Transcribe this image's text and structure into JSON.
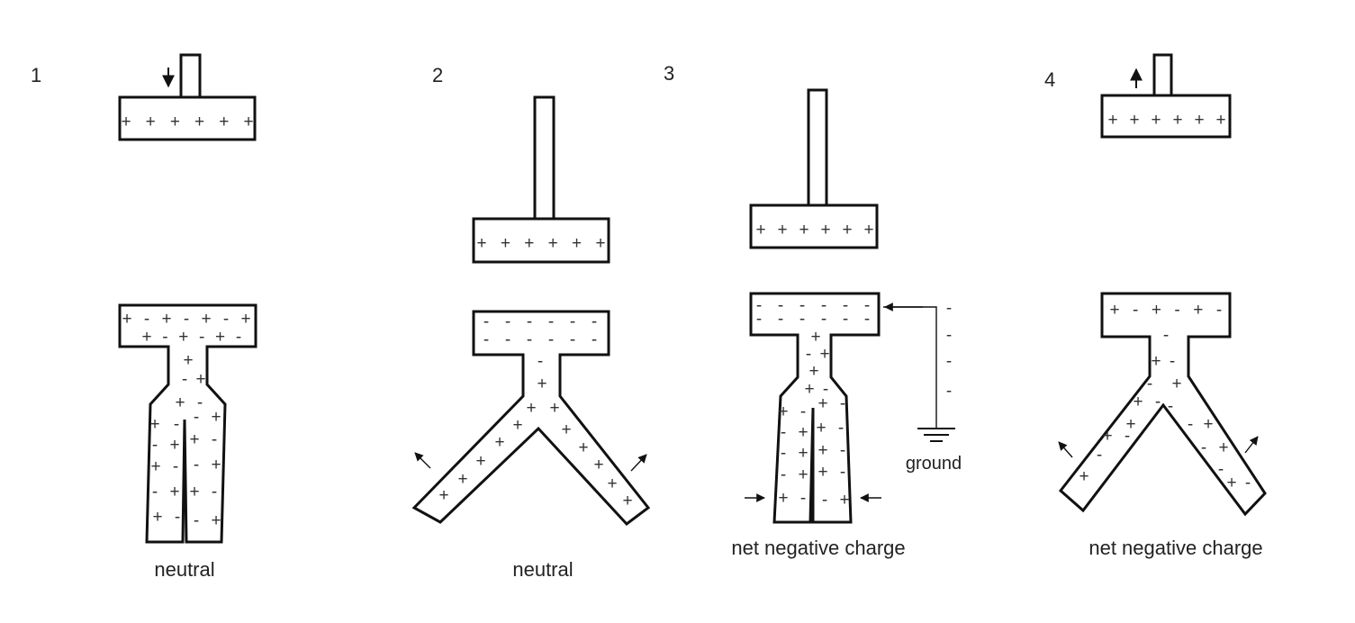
{
  "panels": [
    {
      "number": "1",
      "caption": "neutral"
    },
    {
      "number": "2",
      "caption": "neutral"
    },
    {
      "number": "3",
      "caption": "net negative charge",
      "ground_label": "ground"
    },
    {
      "number": "4",
      "caption": "net negative charge"
    }
  ],
  "charge_symbols": {
    "positive": "+",
    "negative": "-"
  }
}
